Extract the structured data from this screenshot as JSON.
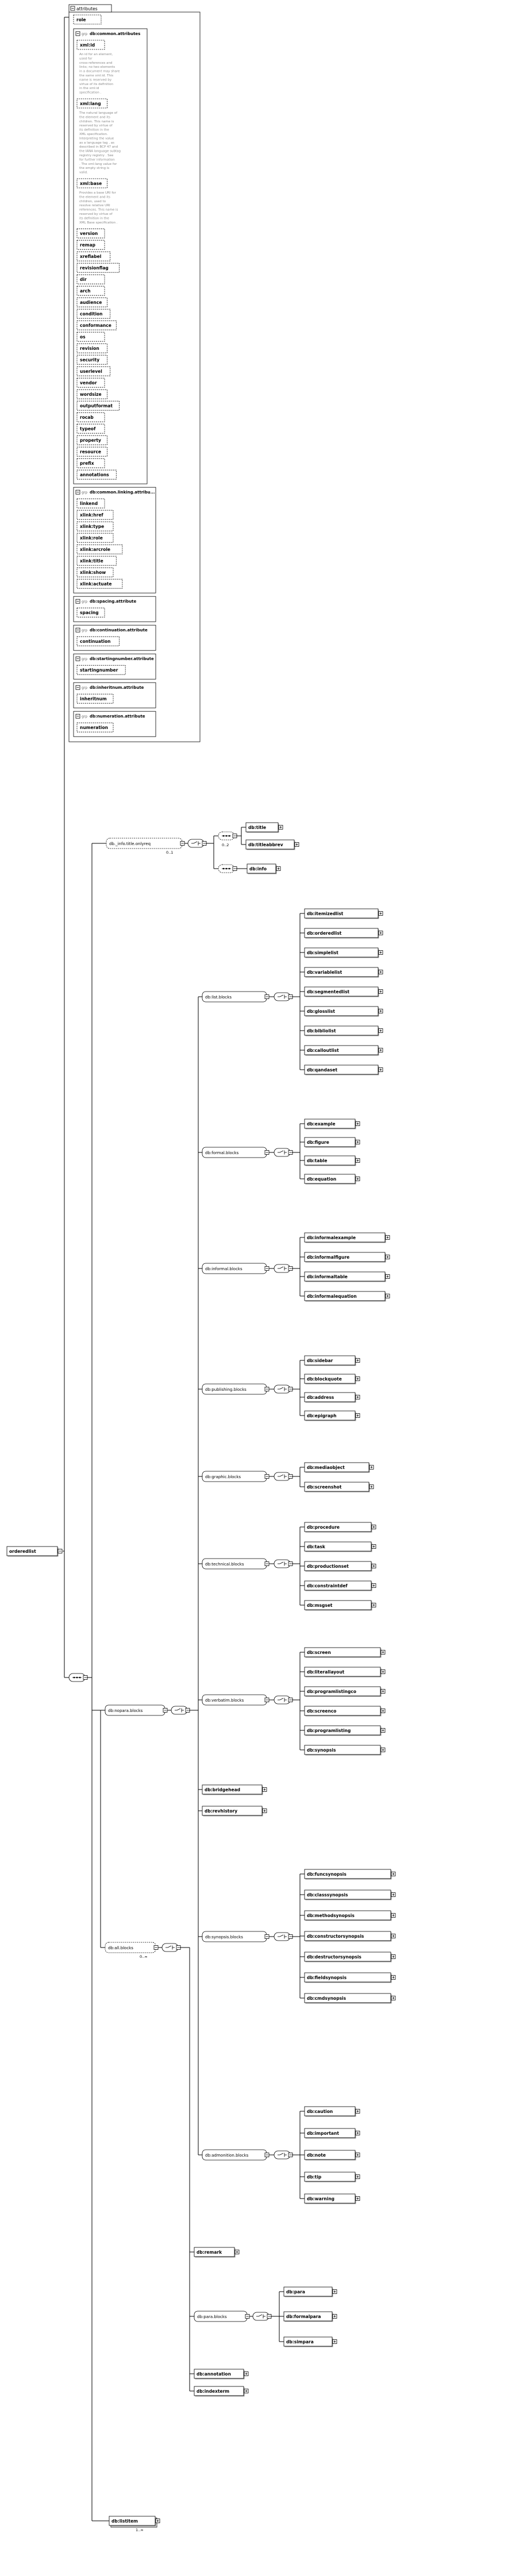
{
  "root": {
    "label": "orderedlist"
  },
  "attributes": {
    "header": "attributes",
    "role": "role",
    "groups": [
      {
        "name": "db:common.attributes",
        "items": [
          {
            "name": "xml:id",
            "doc": "<p>An id for an element, used for cross-references and links; no two elements in a document may share the same xml:id. This name is reserved by virtue of its definition in the <a href=\"http://www.w3.org/TR/xml-id/\">xml:id specification</a>.</p>"
          },
          {
            "name": "xml:lang",
            "doc": "<p>The natural language of the element and its children. This name is reserved by virtue of its definition in the XML specification.</p><p>Interpreting the value as a <a href=\"http://www.w3.org/TR/REC-xml/#sec-lang-tag\">language tag</a>, as described in <a href=\"http://www.ietf.org/rfc/bcp/bcp47.txt\">BCP 47</a> and the IANA language subtag registry <a href=\"http://www.iana.org/assignments/language-subtag-registry\">registry</a>.</p><p>See <a href=\"http://www.w3.org/International/questions/qa-when-xmllang\">for further information</a>.</p><p>The xml:lang value for the empty string is valid.</p>"
          },
          {
            "name": "xml:base",
            "doc": "<p>Provides a base URI for the element and its children, used to resolve relative URI references. This name is reserved by virtue of its definition in the <a href=\"http://www.w3.org/TR/xmlbase/\">XML Base specification</a>.</p>"
          },
          {
            "name": "version"
          },
          {
            "name": "remap"
          },
          {
            "name": "xreflabel"
          },
          {
            "name": "revisionflag"
          },
          {
            "name": "dir"
          },
          {
            "name": "arch"
          },
          {
            "name": "audience"
          },
          {
            "name": "condition"
          },
          {
            "name": "conformance"
          },
          {
            "name": "os"
          },
          {
            "name": "revision"
          },
          {
            "name": "security"
          },
          {
            "name": "userlevel"
          },
          {
            "name": "vendor"
          },
          {
            "name": "wordsize"
          },
          {
            "name": "outputformat"
          },
          {
            "name": "rocab"
          },
          {
            "name": "typeof"
          },
          {
            "name": "property"
          },
          {
            "name": "resource"
          },
          {
            "name": "prefix"
          },
          {
            "name": "annotations"
          }
        ]
      },
      {
        "name": "db:common.linking.attribu...",
        "items": [
          {
            "name": "linkend"
          },
          {
            "name": "xlink:href"
          },
          {
            "name": "xlink:type"
          },
          {
            "name": "xlink:role"
          },
          {
            "name": "xlink:arcrole"
          },
          {
            "name": "xlink:title"
          },
          {
            "name": "xlink:show"
          },
          {
            "name": "xlink:actuate"
          }
        ]
      },
      {
        "name": "db:spacing.attribute",
        "items": [
          {
            "name": "spacing"
          }
        ]
      },
      {
        "name": "db:continuation.attribute",
        "items": [
          {
            "name": "continuation"
          }
        ]
      },
      {
        "name": "db:startingnumber.attribute",
        "items": [
          {
            "name": "startingnumber"
          }
        ]
      },
      {
        "name": "db:inheritnum.attribute",
        "items": [
          {
            "name": "inheritnum"
          }
        ]
      },
      {
        "name": "db:numeration.attribute",
        "items": [
          {
            "name": "numeration"
          }
        ]
      }
    ]
  },
  "content": {
    "info_group": {
      "name": "db._info.title.onlyreq",
      "cardinality": "0..1",
      "children": [
        "db:title",
        "db:titleabbrev"
      ],
      "info": "db:info"
    },
    "blocks": {
      "name": "db:nopara.blocks",
      "cardinality": "0..∞",
      "sub": "db:all.blocks"
    },
    "list_blocks": [
      "db:itemizedlist",
      "db:orderedlist",
      "db:simplelist",
      "db:variablelist",
      "db:segmentedlist",
      "db:glosslist",
      "db:bibliolist",
      "db:calloutlist",
      "db:qandaset"
    ],
    "formal_blocks": [
      "db:example",
      "db:figure",
      "db:table",
      "db:equation"
    ],
    "informal_blocks": [
      "db:informalexample",
      "db:informalfigure",
      "db:informaltable",
      "db:informalequation"
    ],
    "publishing_blocks": [
      "db:sidebar",
      "db:blockquote",
      "db:address",
      "db:epigraph"
    ],
    "graphic_blocks": [
      "db:mediaobject",
      "db:screenshot"
    ],
    "technical_blocks": [
      "db:procedure",
      "db:task",
      "db:productionset",
      "db:constraintdef",
      "db:msgset"
    ],
    "verbatim_blocks": [
      "db:screen",
      "db:literallayout",
      "db:programlistingco",
      "db:screenco",
      "db:programlisting",
      "db:synopsis"
    ],
    "singles_a": [
      "db:bridgehead",
      "db:revhistory"
    ],
    "synopsis_blocks": [
      "db:funcsynopsis",
      "db:classsynopsis",
      "db:methodsynopsis",
      "db:constructorsynopsis",
      "db:destructorsynopsis",
      "db:fieldsynopsis",
      "db:cmdsynopsis"
    ],
    "admonition_blocks": [
      "db:caution",
      "db:important",
      "db:note",
      "db:tip",
      "db:warning"
    ],
    "singles_b": [
      "db:remark"
    ],
    "para_blocks": [
      "db:para",
      "db:formalpara",
      "db:simpara"
    ],
    "singles_c": [
      "db:annotation",
      "db:indexterm"
    ],
    "listitem": {
      "name": "db:listitem",
      "cardinality": "1..∞"
    },
    "group_labels": {
      "list": "db:list.blocks",
      "formal": "db:formal.blocks",
      "informal": "db:informal.blocks",
      "publishing": "db:publishing.blocks",
      "graphic": "db:graphic.blocks",
      "technical": "db:technical.blocks",
      "verbatim": "db:verbatim.blocks",
      "synopsis": "db:synopsis.blocks",
      "admonition": "db:admonition.blocks",
      "para": "db:para.blocks"
    }
  },
  "colors": {
    "box_fill": "#ffffff",
    "dashed_fill": "#fafafa",
    "stroke": "#000000",
    "doc_text": "#888888",
    "group_fill": "#f5f5f5"
  }
}
